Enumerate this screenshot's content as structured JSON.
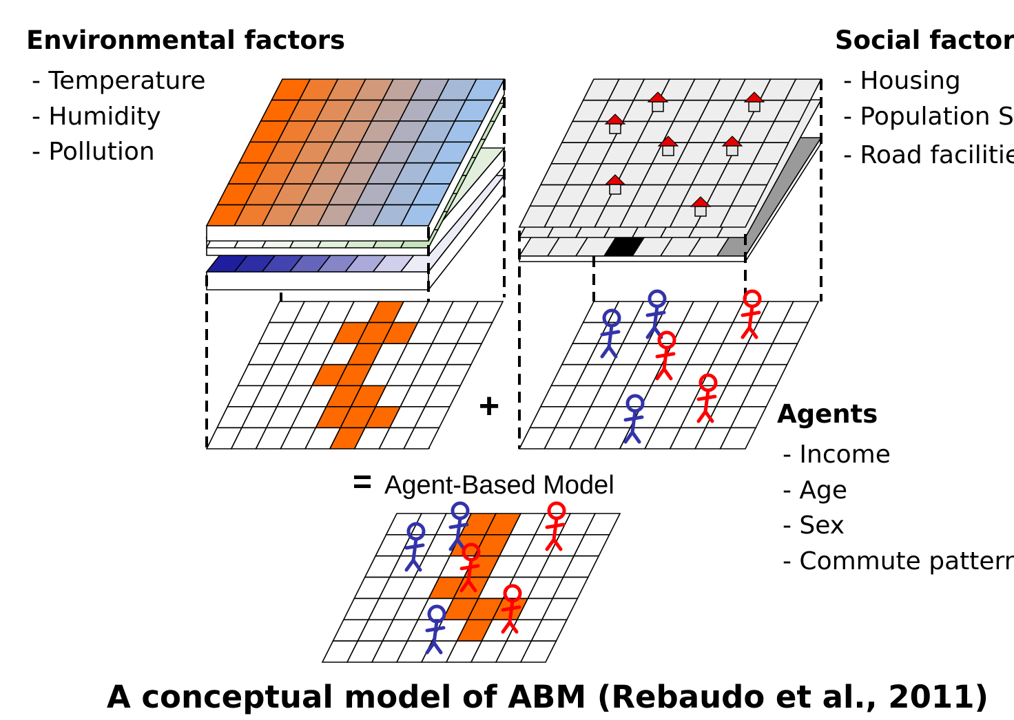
{
  "environmental": {
    "title": "Environmental factors",
    "items": [
      "- Temperature",
      "- Humidity",
      "- Pollution"
    ]
  },
  "social": {
    "title": "Social factors",
    "items": [
      "- Housing",
      "- Population Size",
      "- Road facilities"
    ]
  },
  "agents": {
    "title": "Agents",
    "items": [
      "- Income",
      "- Age",
      "- Sex",
      "- Commute patterns"
    ]
  },
  "diagram": {
    "plus_symbol": "+",
    "equals_symbol": "=",
    "result_label": "Agent-Based Model"
  },
  "caption": "A conceptual model of ABM (Rebaudo et al., 2011)",
  "colors": {
    "agent_blue": "#3333aa",
    "agent_red": "#ff0000",
    "habitat_orange": "#ff6a00",
    "house_roof": "#e60000"
  }
}
